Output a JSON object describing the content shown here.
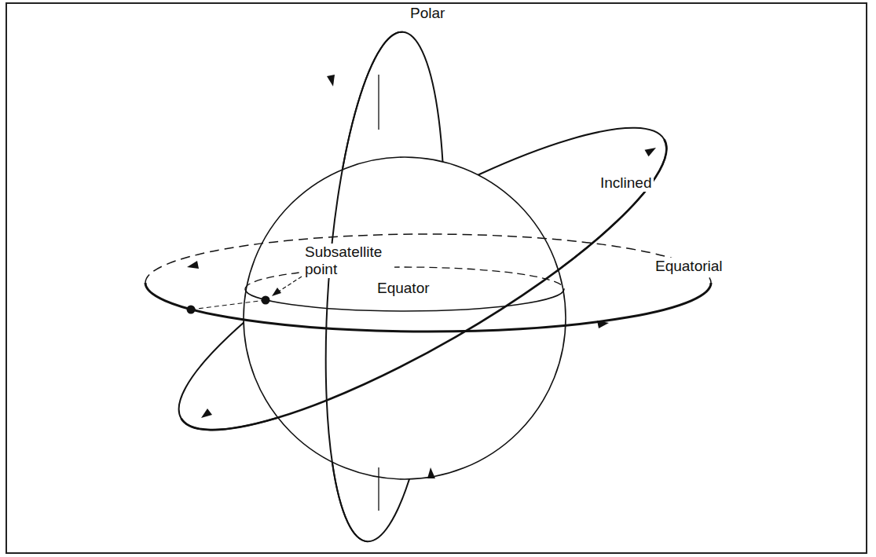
{
  "diagram": {
    "labels": [
      "Polar",
      "Inclined",
      "Subsatellite point",
      "Equator",
      "Equatorial"
    ]
  }
}
